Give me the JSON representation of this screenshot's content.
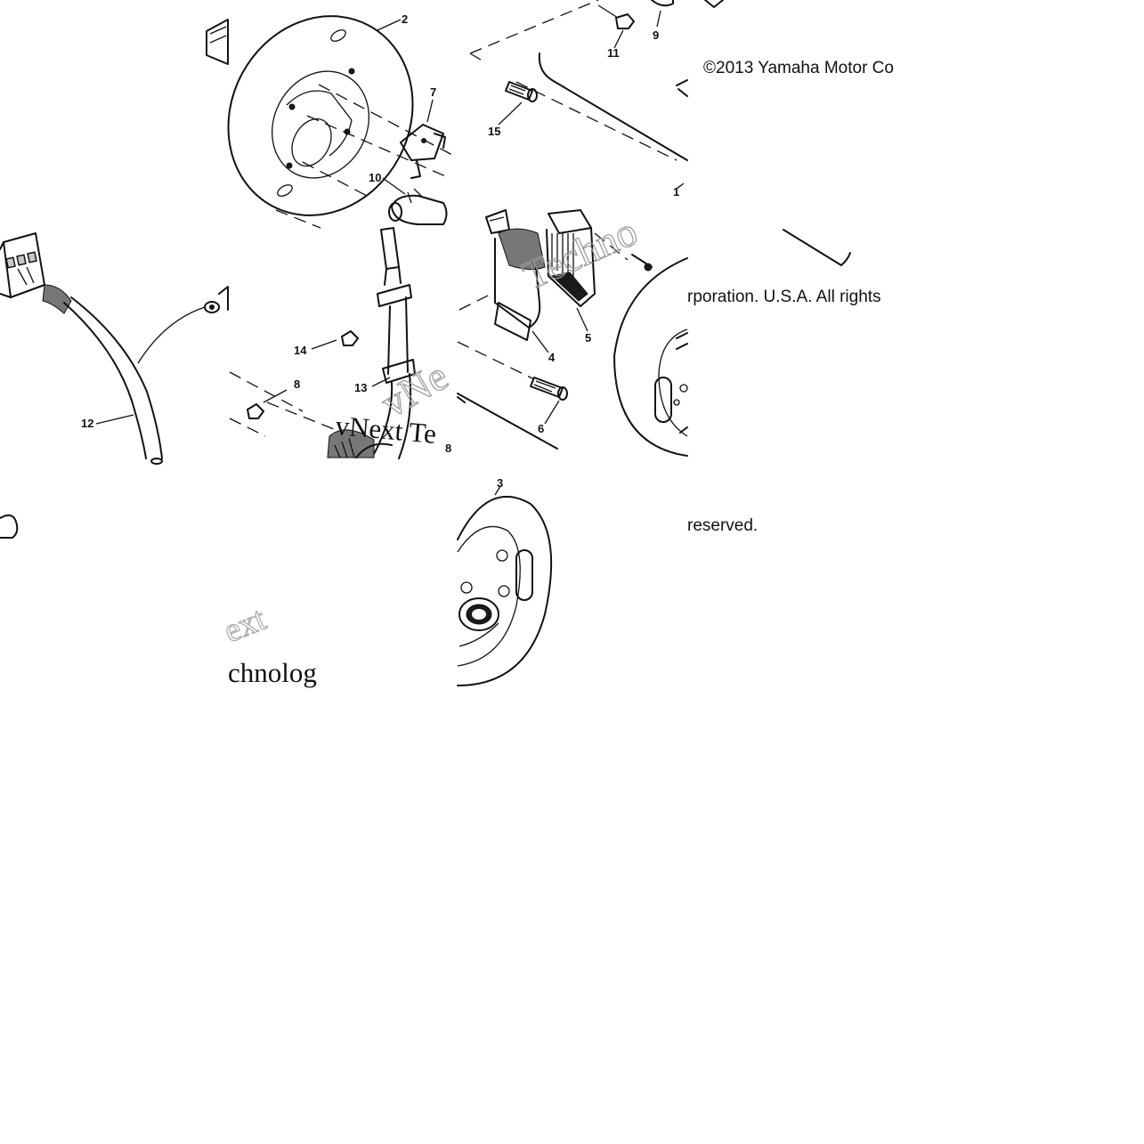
{
  "copyright": {
    "line1": "©2013 Yamaha Motor Co",
    "line2": "rporation. U.S.A. All rights",
    "line3": "reserved."
  },
  "watermark": {
    "text_main": "vNext Te",
    "text_faint_1": "Techno",
    "text_faint_2": "vNe",
    "text_faint_3": "ext",
    "text_fragment": "chnolog"
  },
  "callouts": [
    {
      "id": "2",
      "label": "2"
    },
    {
      "id": "3",
      "label": "3"
    },
    {
      "id": "4",
      "label": "4"
    },
    {
      "id": "5",
      "label": "5"
    },
    {
      "id": "6",
      "label": "6"
    },
    {
      "id": "7",
      "label": "7"
    },
    {
      "id": "8a",
      "label": "8"
    },
    {
      "id": "8b",
      "label": "8"
    },
    {
      "id": "9",
      "label": "9"
    },
    {
      "id": "10",
      "label": "10"
    },
    {
      "id": "11",
      "label": "11"
    },
    {
      "id": "12",
      "label": "12"
    },
    {
      "id": "13",
      "label": "13"
    },
    {
      "id": "14",
      "label": "14"
    },
    {
      "id": "15",
      "label": "15"
    },
    {
      "id": "1",
      "label": "1"
    }
  ]
}
